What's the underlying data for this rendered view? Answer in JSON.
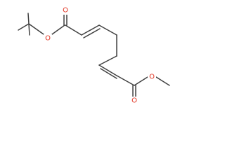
{
  "molecule": {
    "atom_symbols": {
      "o_ester_tbu": "O",
      "o_carbonyl_top": "O",
      "o_carbonyl_bottom": "O",
      "o_ester_me": "O"
    },
    "colors": {
      "bond": "#404040",
      "oxygen": "#e0301e",
      "background": "#ffffff"
    }
  }
}
